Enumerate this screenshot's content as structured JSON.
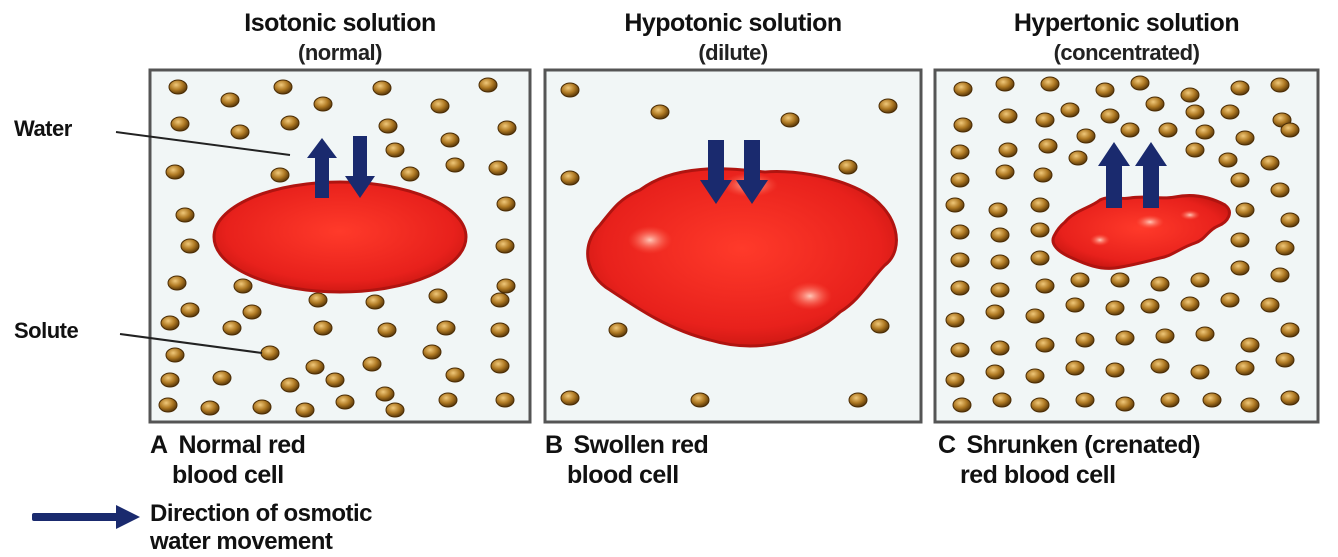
{
  "panels": [
    {
      "title": "Isotonic solution",
      "subtitle": "(normal)",
      "letter": "A",
      "caption_line1": "Normal red",
      "caption_line2": "blood cell"
    },
    {
      "title": "Hypotonic solution",
      "subtitle": "(dilute)",
      "letter": "B",
      "caption_line1": "Swollen red",
      "caption_line2": "blood cell"
    },
    {
      "title": "Hypertonic solution",
      "subtitle": "(concentrated)",
      "letter": "C",
      "caption_line1": "Shrunken (crenated)",
      "caption_line2": "red blood cell"
    }
  ],
  "labels": {
    "water": "Water",
    "solute": "Solute"
  },
  "legend": {
    "line1": "Direction of osmotic",
    "line2": "water movement"
  },
  "colors": {
    "cell": "#e8211c",
    "cell_edge": "#b01410",
    "arrow": "#1a2a6e",
    "solute": "#a0701c",
    "panel_border": "#555555",
    "panel_fill": "#f1f6f6"
  }
}
